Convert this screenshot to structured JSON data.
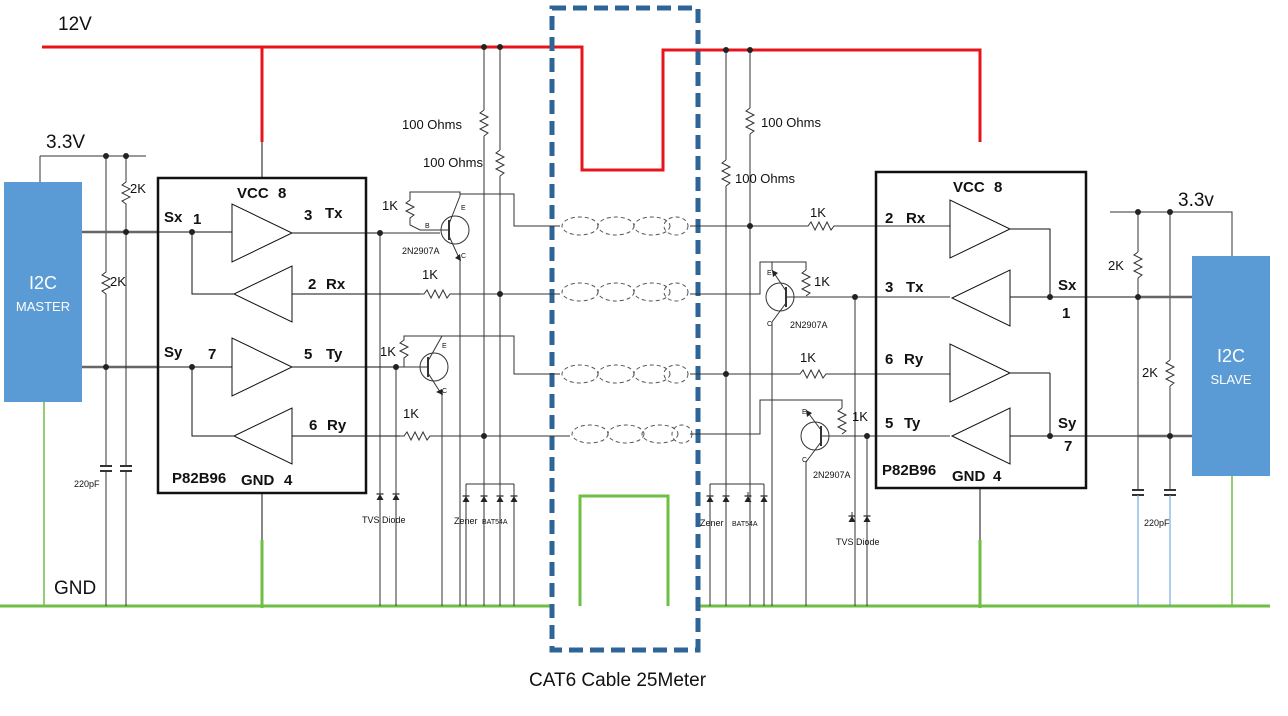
{
  "rails": {
    "v12": "12V",
    "v33_left": "3.3V",
    "v33_right": "3.3v",
    "gnd": "GND"
  },
  "cable": {
    "caption": "CAT6 Cable 25Meter"
  },
  "colors": {
    "power_12v": "#e8141b",
    "ground": "#6fbf44",
    "module_fill": "#5b9bd5",
    "cable_border": "#2e6496",
    "wire": "#333333"
  },
  "left": {
    "module": {
      "line1": "I2C",
      "line2": "MASTER"
    },
    "chip": {
      "name": "P82B96",
      "vcc": "VCC",
      "vcc_pin": "8",
      "gnd": "GND",
      "gnd_pin": "4",
      "pins": [
        {
          "name": "Sx",
          "num": "1"
        },
        {
          "name": "Tx",
          "num": "3"
        },
        {
          "name": "Rx",
          "num": "2"
        },
        {
          "name": "Sy",
          "num": "7"
        },
        {
          "name": "Ty",
          "num": "5"
        },
        {
          "name": "Ry",
          "num": "6"
        }
      ]
    },
    "pullup_top": "2K",
    "pullup_mid": "2K",
    "cap": "220pF",
    "res_1k": [
      "1K",
      "1K",
      "1K",
      "1K"
    ],
    "res_100": [
      "100 Ohms",
      "100 Ohms"
    ],
    "transistor": "2N2907A",
    "pin_b": "B",
    "pin_e": "E",
    "pin_c": "C",
    "pin_e2": "E",
    "pin_c2": "C",
    "tvs": "TVS Diode",
    "zener": "Zener",
    "bat": "BAT54A"
  },
  "right": {
    "module": {
      "line1": "I2C",
      "line2": "SLAVE"
    },
    "chip": {
      "name": "P82B96",
      "vcc": "VCC",
      "vcc_pin": "8",
      "gnd": "GND",
      "gnd_pin": "4",
      "pins": [
        {
          "name": "Rx",
          "num": "2"
        },
        {
          "name": "Tx",
          "num": "3"
        },
        {
          "name": "Ry",
          "num": "6"
        },
        {
          "name": "Ty",
          "num": "5"
        },
        {
          "name": "Sx",
          "num": "1"
        },
        {
          "name": "Sy",
          "num": "7"
        }
      ]
    },
    "pullup_a": "2K",
    "pullup_b": "2K",
    "cap": "220pF",
    "res_1k": [
      "1K",
      "1K",
      "1K",
      "1K"
    ],
    "res_100": [
      "100 Ohms",
      "100 Ohms"
    ],
    "transistor": [
      "2N2907A",
      "2N2907A"
    ],
    "pin_e": "E",
    "pin_c": "C",
    "pin_e2": "E",
    "pin_c2": "C",
    "tvs": "TVS Diode",
    "zener": "Zener",
    "bat": "BAT54A"
  }
}
